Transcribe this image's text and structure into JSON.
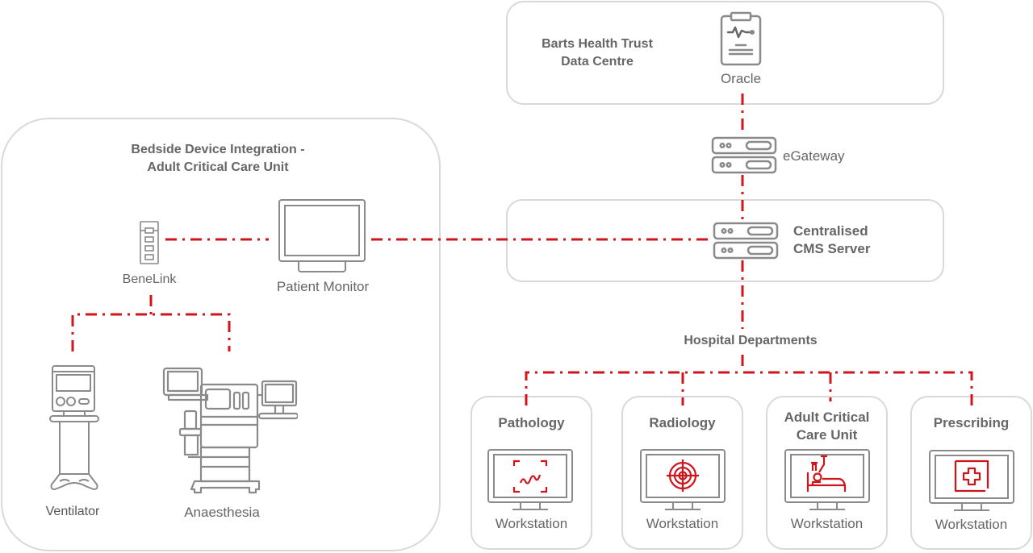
{
  "colors": {
    "connector": "#d0141c",
    "outline": "#8a8a8a",
    "border": "#d9d9d9",
    "text": "#555555"
  },
  "data_centre": {
    "title_line1": "Barts Health Trust",
    "title_line2": "Data Centre",
    "oracle": {
      "label": "Oracle",
      "icon": "clipboard-heartbeat-icon"
    }
  },
  "egateway": {
    "label": "eGateway",
    "icon": "server-icon"
  },
  "cms": {
    "label_line1": "Centralised",
    "label_line2": "CMS Server",
    "icon": "server-icon"
  },
  "bedside": {
    "title_line1": "Bedside Device Integration -",
    "title_line2": "Adult Critical Care Unit",
    "benelink": {
      "label": "BeneLink",
      "icon": "device-hub-icon"
    },
    "patient_monitor": {
      "label": "Patient Monitor",
      "icon": "monitor-icon"
    },
    "ventilator": {
      "label": "Ventilator",
      "icon": "ventilator-icon"
    },
    "anaesthesia": {
      "label": "Anaesthesia",
      "icon": "anaesthesia-machine-icon"
    }
  },
  "hospital_departments": {
    "title": "Hospital Departments",
    "departments": [
      {
        "name_line1": "Pathology",
        "name_line2": "",
        "workstation": "Workstation",
        "icon": "specimen-scan-icon"
      },
      {
        "name_line1": "Radiology",
        "name_line2": "",
        "workstation": "Workstation",
        "icon": "target-icon"
      },
      {
        "name_line1": "Adult Critical",
        "name_line2": "Care Unit",
        "workstation": "Workstation",
        "icon": "hospital-bed-icon"
      },
      {
        "name_line1": "Prescribing",
        "name_line2": "",
        "workstation": "Workstation",
        "icon": "medical-cross-icon"
      }
    ]
  }
}
